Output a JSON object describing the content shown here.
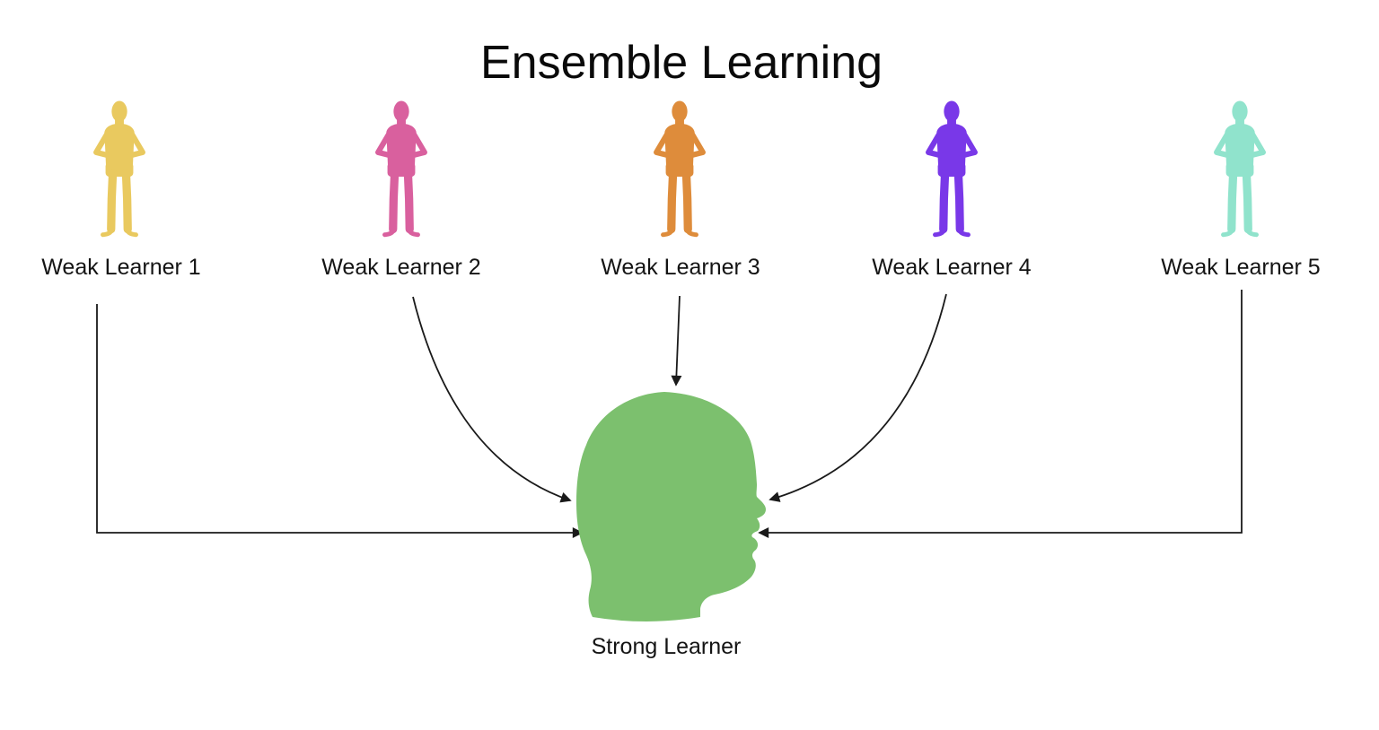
{
  "title": "Ensemble Learning",
  "weak_learners": [
    {
      "label": "Weak Learner 1",
      "color": "#E9C95F"
    },
    {
      "label": "Weak Learner 2",
      "color": "#D9609E"
    },
    {
      "label": "Weak Learner 3",
      "color": "#DE8C3B"
    },
    {
      "label": "Weak Learner 4",
      "color": "#7938E8"
    },
    {
      "label": "Weak Learner 5",
      "color": "#90E3CC"
    }
  ],
  "strong_learner": {
    "label": "Strong Learner",
    "color": "#7CC06E"
  },
  "connections": [
    {
      "from": "Weak Learner 1",
      "to": "Strong Learner"
    },
    {
      "from": "Weak Learner 2",
      "to": "Strong Learner"
    },
    {
      "from": "Weak Learner 3",
      "to": "Strong Learner"
    },
    {
      "from": "Weak Learner 4",
      "to": "Strong Learner"
    },
    {
      "from": "Weak Learner 5",
      "to": "Strong Learner"
    }
  ],
  "arrow_color": "#1A1A1A",
  "text_color": "#141414",
  "background_color": "#FFFFFF"
}
